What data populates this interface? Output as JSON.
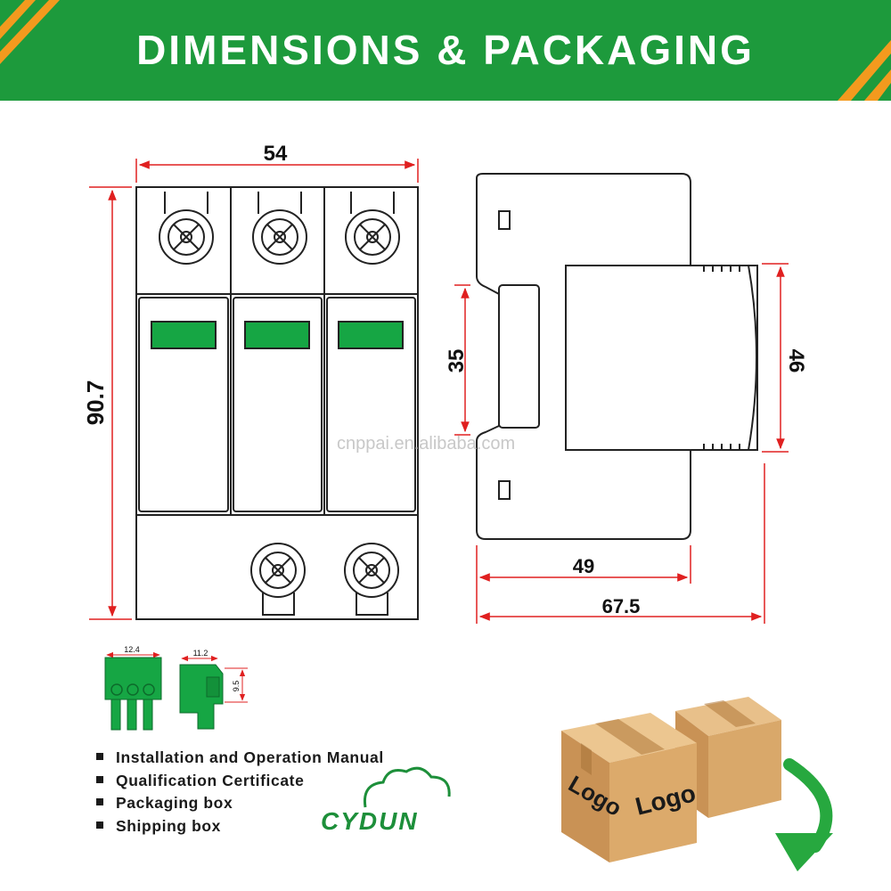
{
  "header": {
    "title": "DIMENSIONS & PACKAGING"
  },
  "dimensions": {
    "front_width": "54",
    "front_height": "90.7",
    "side_rail": "35",
    "side_front": "46",
    "side_depth_inner": "49",
    "side_depth_total": "67.5"
  },
  "terminal_dims": {
    "width_a": "12.4",
    "width_b": "11.2",
    "height": "9.5"
  },
  "watermark": "cnppai.en.alibaba.com",
  "package_list": [
    "Installation and Operation Manual",
    "Qualification Certificate",
    "Packaging box",
    "Shipping box"
  ],
  "brand": {
    "name": "CYDUN"
  },
  "boxes": {
    "label_front": "Logo",
    "label_side": "Logo"
  },
  "colors": {
    "banner_green": "#1d9a3c",
    "accent_orange": "#f39a1e",
    "indicator_green": "#16a644",
    "dimension_red": "#e02020",
    "box_kraft": "#d9a86a"
  }
}
